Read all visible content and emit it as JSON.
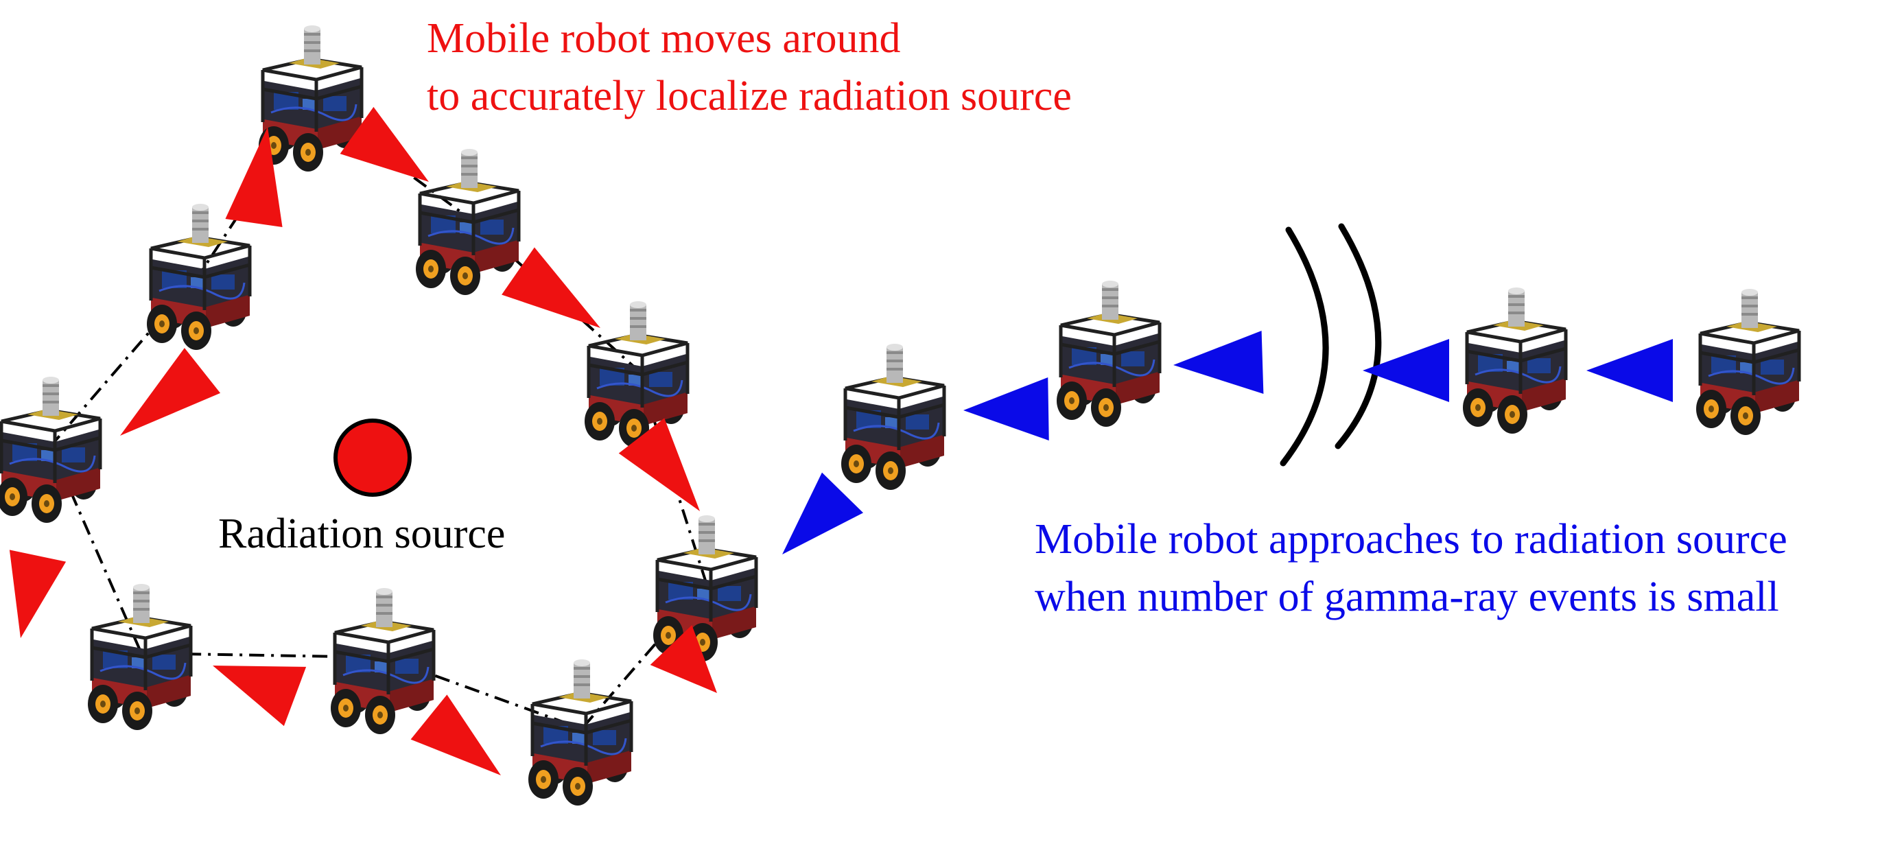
{
  "colors": {
    "red": "#ee1111",
    "blue": "#0a0ae8",
    "black": "#000000",
    "chassis_red": "#9c2323",
    "frame": "#202020",
    "wheel": "#1a1a1a",
    "hub": "#f0a020",
    "board": "#1e3f8e"
  },
  "captions": {
    "red_line1": "Mobile robot moves around",
    "red_line2": "to accurately localize radiation source",
    "blue_line1": "Mobile robot approaches to radiation source",
    "blue_line2": "when number of gamma-ray events is small",
    "source_label": "Radiation source"
  },
  "icons": {
    "robot": "mobile-robot-icon",
    "source": "radiation-source-icon",
    "arrow": "arrowhead-icon",
    "break": "break-mark-icon"
  }
}
